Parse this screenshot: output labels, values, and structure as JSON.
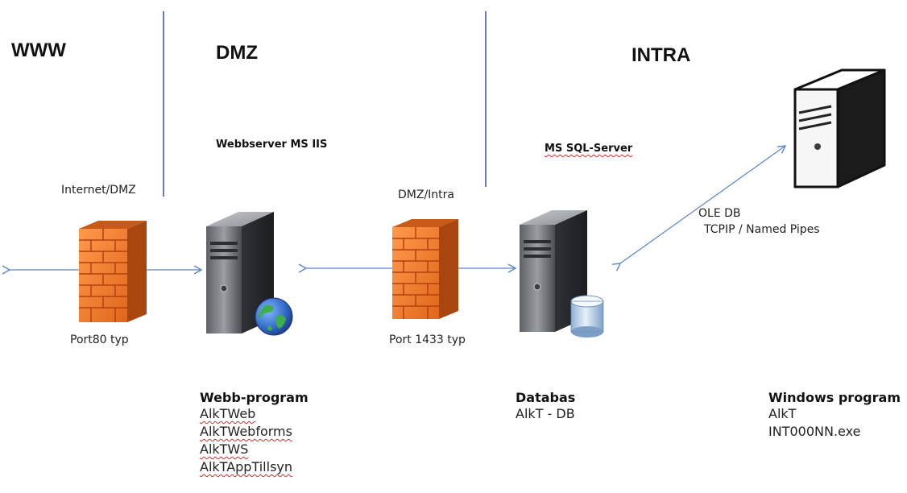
{
  "zones": {
    "www": "WWW",
    "dmz": "DMZ",
    "intra": "INTRA"
  },
  "servers": {
    "web": "Webbserver MS IIS",
    "sql": "MS SQL-Server"
  },
  "links": {
    "internet_dmz": "Internet/DMZ",
    "dmz_intra": "DMZ/Intra",
    "port80": "Port80 typ",
    "port1433": "Port 1433 typ",
    "oledb": "OLE DB",
    "tcpip": "TCPIP / Named Pipes"
  },
  "webb_program": {
    "title": "Webb-program",
    "items": [
      "AlkTWeb",
      "AlkTWebforms",
      "AlkTWS",
      "AlkTAppTillsyn"
    ]
  },
  "databas": {
    "title": "Databas",
    "items": [
      "AlkT - DB"
    ]
  },
  "windows_program": {
    "title": "Windows program",
    "items": [
      "AlkT",
      "INT000NN.exe"
    ]
  },
  "colors": {
    "divider": "#3a4fa0",
    "arrow": "#5b86c9",
    "firewall": "#f07c2a",
    "mortar": "#b4410f"
  },
  "icons": [
    "firewall-icon",
    "server-icon",
    "globe-icon",
    "database-icon",
    "workstation-icon"
  ]
}
